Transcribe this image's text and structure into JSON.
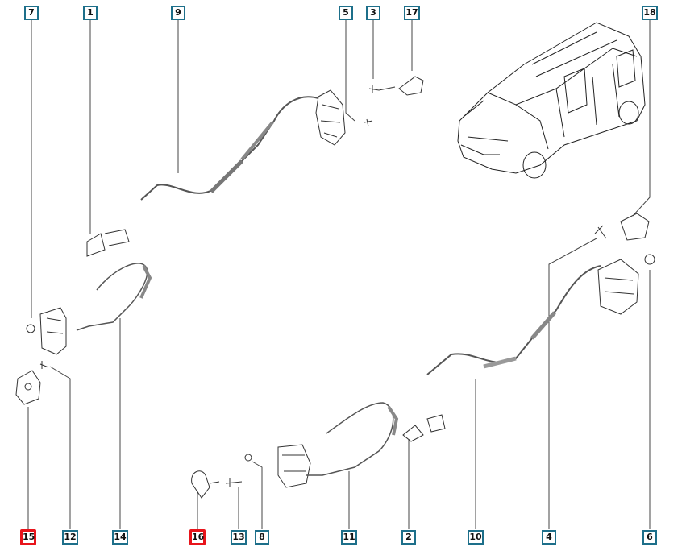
{
  "diagram": {
    "accent_color": "#1d6f8a",
    "highlight_color": "#e8141b",
    "callouts_top": [
      {
        "label": "7",
        "highlighted": false
      },
      {
        "label": "1",
        "highlighted": false
      },
      {
        "label": "9",
        "highlighted": false
      },
      {
        "label": "5",
        "highlighted": false
      },
      {
        "label": "3",
        "highlighted": false
      },
      {
        "label": "17",
        "highlighted": false
      },
      {
        "label": "18",
        "highlighted": false
      }
    ],
    "callouts_bottom": [
      {
        "label": "15",
        "highlighted": true
      },
      {
        "label": "12",
        "highlighted": false
      },
      {
        "label": "14",
        "highlighted": false
      },
      {
        "label": "16",
        "highlighted": true
      },
      {
        "label": "13",
        "highlighted": false
      },
      {
        "label": "8",
        "highlighted": false
      },
      {
        "label": "11",
        "highlighted": false
      },
      {
        "label": "2",
        "highlighted": false
      },
      {
        "label": "10",
        "highlighted": false
      },
      {
        "label": "4",
        "highlighted": false
      },
      {
        "label": "6",
        "highlighted": false
      }
    ]
  }
}
